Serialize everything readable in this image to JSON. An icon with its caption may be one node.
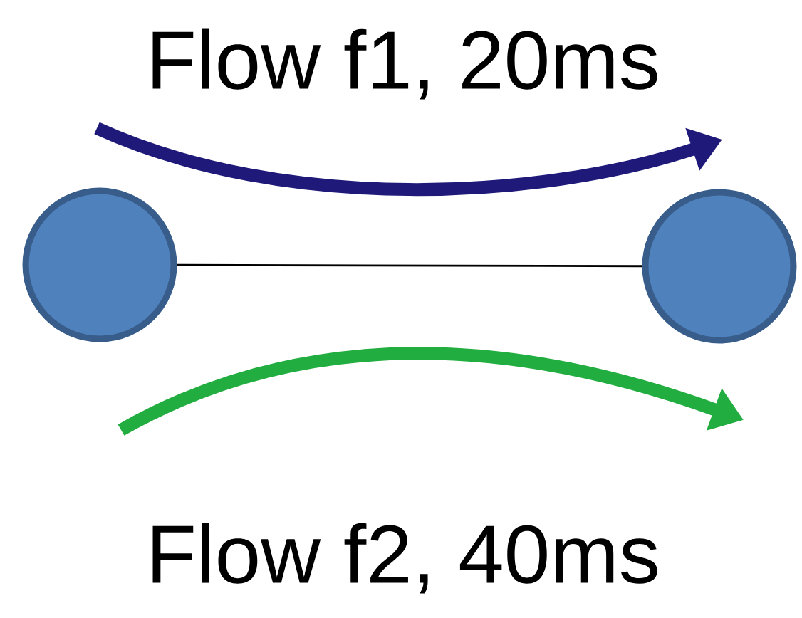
{
  "diagram": {
    "nodes": [
      {
        "text": [],
        "shape": "circle"
      },
      {
        "text": [],
        "shape": "circle"
      }
    ],
    "edges": [
      {
        "from": 0,
        "to": 1,
        "arrow": "none"
      }
    ],
    "labels": [
      "Flow f1, 20ms",
      "Flow f2, 40ms"
    ]
  }
}
